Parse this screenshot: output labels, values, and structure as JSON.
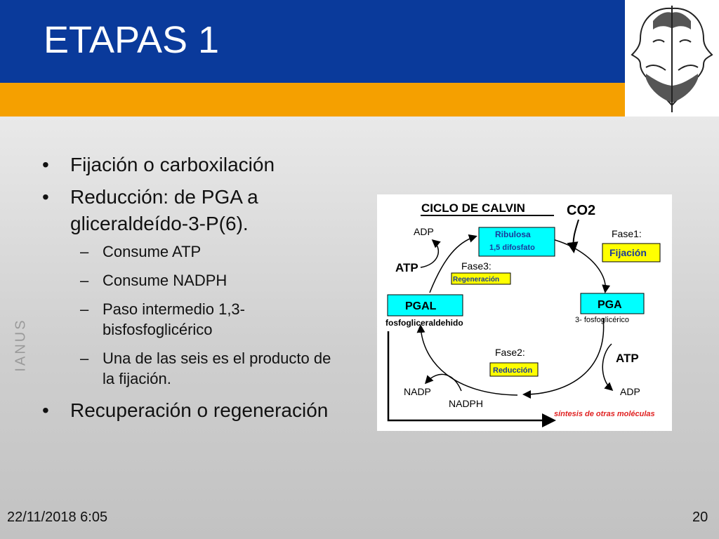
{
  "slide": {
    "title": "ETAPAS 1",
    "side_label": "IANUS",
    "bullets": [
      {
        "text": "Fijación o carboxilación"
      },
      {
        "text": "Reducción: de PGA a gliceraldeído-3-P(6).",
        "sub": [
          "Consume ATP",
          "Consume NADPH",
          "Paso intermedio 1,3-bisfosfoglicérico",
          "Una de las seis es el producto de la fijación."
        ]
      },
      {
        "text": "Recuperación o regeneración"
      }
    ],
    "footer": {
      "date": "22/11/2018 6:05",
      "page": "20"
    },
    "colors": {
      "header_blue": "#0a3a9b",
      "header_orange": "#f5a000",
      "cyan_box": "#00ffff",
      "yellow_box": "#ffff00"
    }
  },
  "diagram": {
    "title": "CICLO DE CALVIN",
    "co2": "CO2",
    "ribulosa": "Ribulosa",
    "ribulosa_sub": "1,5 difosfato",
    "fase1": "Fase1:",
    "fijacion": "Fijación",
    "pga": "PGA",
    "pga_sub": "3- fosfoglicérico",
    "fase3": "Fase3:",
    "regeneracion": "Regeneración",
    "pgal": "PGAL",
    "pgal_sub": "fosfogliceraldehido",
    "fase2": "Fase2:",
    "reduccion": "Reducción",
    "adp_top": "ADP",
    "atp_left": "ATP",
    "atp_right": "ATP",
    "adp_right": "ADP",
    "nadp": "NADP",
    "nadph": "NADPH",
    "sintesis": "síntesis de otras moléculas"
  }
}
